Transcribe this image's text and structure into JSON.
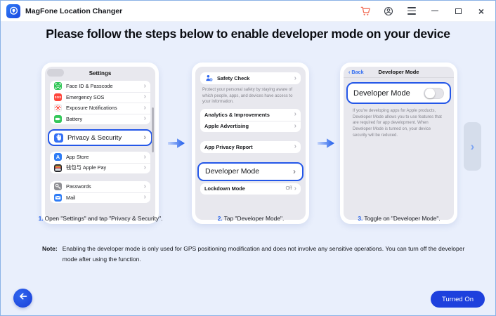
{
  "colors": {
    "accent_blue": "#2457e8",
    "button_blue": "#1e40dd",
    "cart_red": "#f26a52",
    "ios_green": "#34c759",
    "ios_red": "#ff453a",
    "ios_blue": "#2e7cf6",
    "ios_gray": "#8e8e93"
  },
  "window": {
    "title": "MagFone Location Changer"
  },
  "header": {
    "title": "Please follow the steps below to enable developer mode on your device"
  },
  "phone1": {
    "header": "Settings",
    "group1": [
      {
        "icon": "faceid-icon",
        "label": "Face ID & Passcode"
      },
      {
        "icon": "sos-icon",
        "label": "Emergency SOS",
        "badge": "SOS"
      },
      {
        "icon": "exposure-icon",
        "label": "Exposure Notifications"
      },
      {
        "icon": "battery-icon",
        "label": "Battery"
      }
    ],
    "privacy_row": {
      "icon": "privacy-hand-icon",
      "label": "Privacy & Security"
    },
    "group2": [
      {
        "icon": "appstore-icon",
        "label": "App Store",
        "badge": "A"
      },
      {
        "icon": "wallet-icon",
        "label": "钱包与 Apple Pay"
      }
    ],
    "group3": [
      {
        "icon": "passwords-icon",
        "label": "Passwords"
      },
      {
        "icon": "mail-icon",
        "label": "Mail"
      }
    ]
  },
  "phone2": {
    "safety_row": {
      "icon": "safety-check-icon",
      "label": "Safety Check"
    },
    "safety_desc": "Protect your personal safety by staying aware of which people, apps, and devices have access to your information.",
    "group": [
      {
        "label": "Analytics & Improvements"
      },
      {
        "label": "Apple Advertising"
      }
    ],
    "privacy_report_row": {
      "label": "App Privacy Report"
    },
    "developer_row": {
      "label": "Developer Mode"
    },
    "lockdown_row": {
      "label": "Lockdown Mode",
      "value": "Off"
    }
  },
  "phone3": {
    "back_label": "Back",
    "nav_title": "Developer Mode",
    "toggle_row": {
      "label": "Developer Mode",
      "state": "off"
    },
    "desc": "If you're developing apps for Apple products, Developer Mode allows you to use features that are required for app development. When Developer Mode is turned on, your device security will be reduced."
  },
  "steps": [
    {
      "num": "1.",
      "text": "Open \"Settings\" and tap \"Privacy & Security\"."
    },
    {
      "num": "2.",
      "text": "Tap \"Developer Mode\"."
    },
    {
      "num": "3.",
      "text": "Toggle on \"Developer Mode\"."
    }
  ],
  "note": {
    "label": "Note:",
    "text": "Enabling the developer mode is only used for GPS positioning modification and does not involve any sensitive operations. You can turn off the developer mode after using the function."
  },
  "footer": {
    "turned_on_label": "Turned On"
  },
  "carousel": {
    "next": "›"
  }
}
